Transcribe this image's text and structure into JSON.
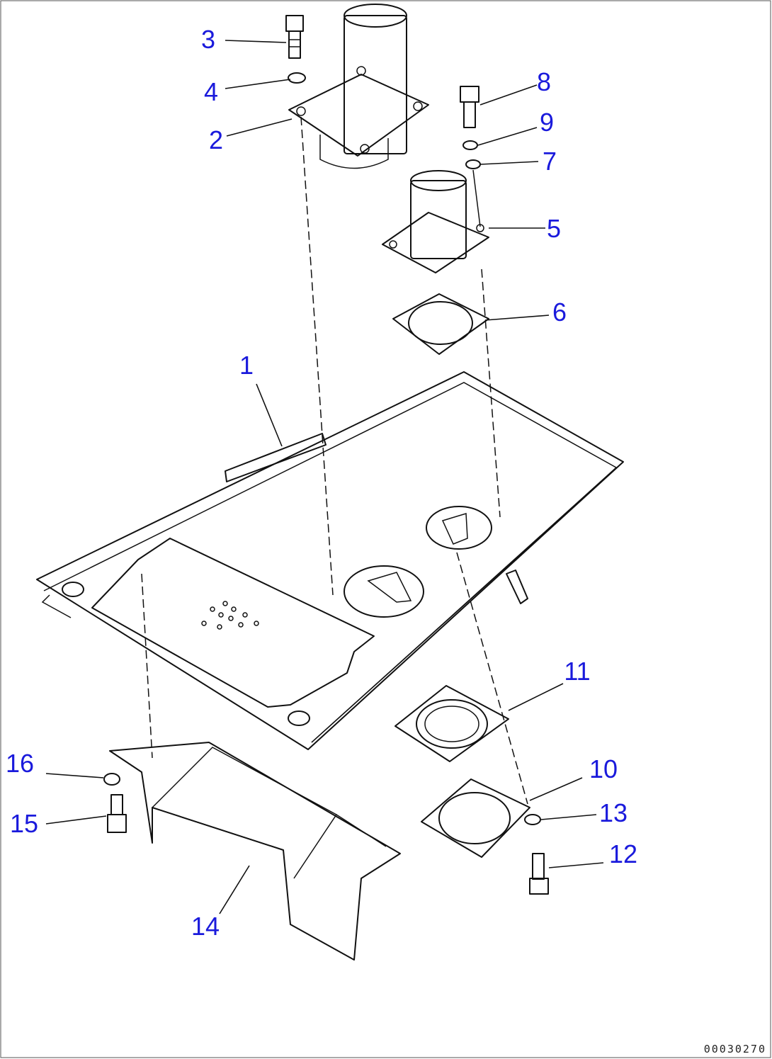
{
  "diagram": {
    "callouts": [
      {
        "id": "1",
        "text": "1"
      },
      {
        "id": "2",
        "text": "2"
      },
      {
        "id": "3",
        "text": "3"
      },
      {
        "id": "4",
        "text": "4"
      },
      {
        "id": "5",
        "text": "5"
      },
      {
        "id": "6",
        "text": "6"
      },
      {
        "id": "7",
        "text": "7"
      },
      {
        "id": "8",
        "text": "8"
      },
      {
        "id": "9",
        "text": "9"
      },
      {
        "id": "10",
        "text": "10"
      },
      {
        "id": "11",
        "text": "11"
      },
      {
        "id": "12",
        "text": "12"
      },
      {
        "id": "13",
        "text": "13"
      },
      {
        "id": "14",
        "text": "14"
      },
      {
        "id": "15",
        "text": "15"
      },
      {
        "id": "16",
        "text": "16"
      }
    ],
    "reference_code": "00030270",
    "colors": {
      "callout": "#1a1adc",
      "line": "#111111",
      "background": "#ffffff"
    }
  }
}
